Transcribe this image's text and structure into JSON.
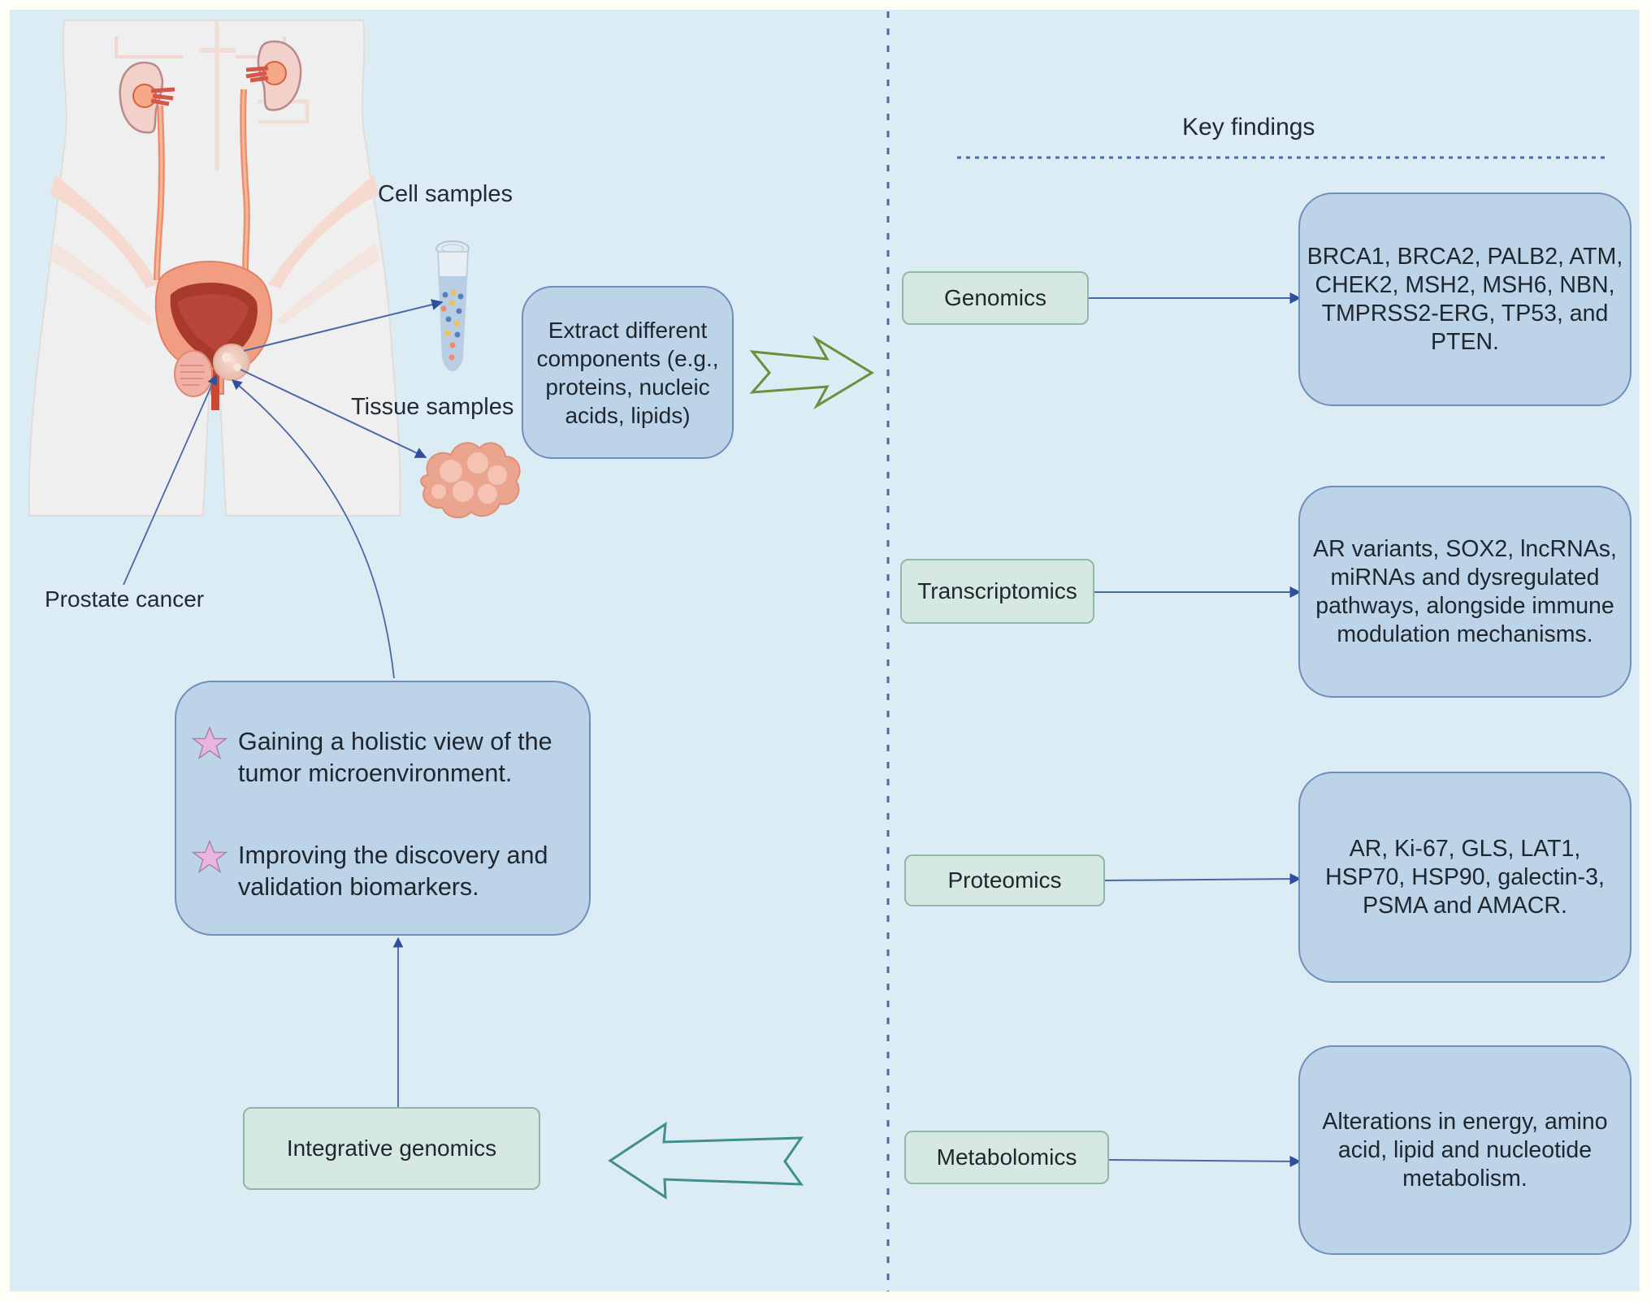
{
  "left": {
    "labels": {
      "cell_samples": "Cell samples",
      "tissue_samples": "Tissue samples",
      "prostate_cancer": "Prostate cancer"
    },
    "extract_box": "Extract different components (e.g., proteins, nucleic acids, lipids)",
    "benefits": [
      "Gaining a holistic view of the tumor microenvironment.",
      "Improving the discovery and validation  biomarkers."
    ],
    "integrative_box": "Integrative genomics"
  },
  "right": {
    "header": "Key findings",
    "omics": [
      {
        "label": "Genomics",
        "finding": "BRCA1, BRCA2, PALB2, ATM, CHEK2, MSH2, MSH6, NBN, TMPRSS2-ERG, TP53, and PTEN."
      },
      {
        "label": "Transcriptomics",
        "finding": "AR variants, SOX2, lncRNAs, miRNAs and dysregulated pathways, alongside immune modulation mechanisms."
      },
      {
        "label": "Proteomics",
        "finding": "AR, Ki-67, GLS, LAT1, HSP70, HSP90, galectin-3, PSMA and AMACR."
      },
      {
        "label": "Metabolomics",
        "finding": "Alterations in energy, amino acid, lipid and nucleotide metabolism."
      }
    ]
  },
  "colors": {
    "panel_bg": "#dcecf4",
    "blue_box": "#bcd3e8",
    "green_box": "#d5e8e1",
    "connector": "#4a67a8",
    "forward_arrow": "#6b8f3a",
    "back_arrow": "#3f8f8c",
    "star": "#e8b6dc"
  }
}
